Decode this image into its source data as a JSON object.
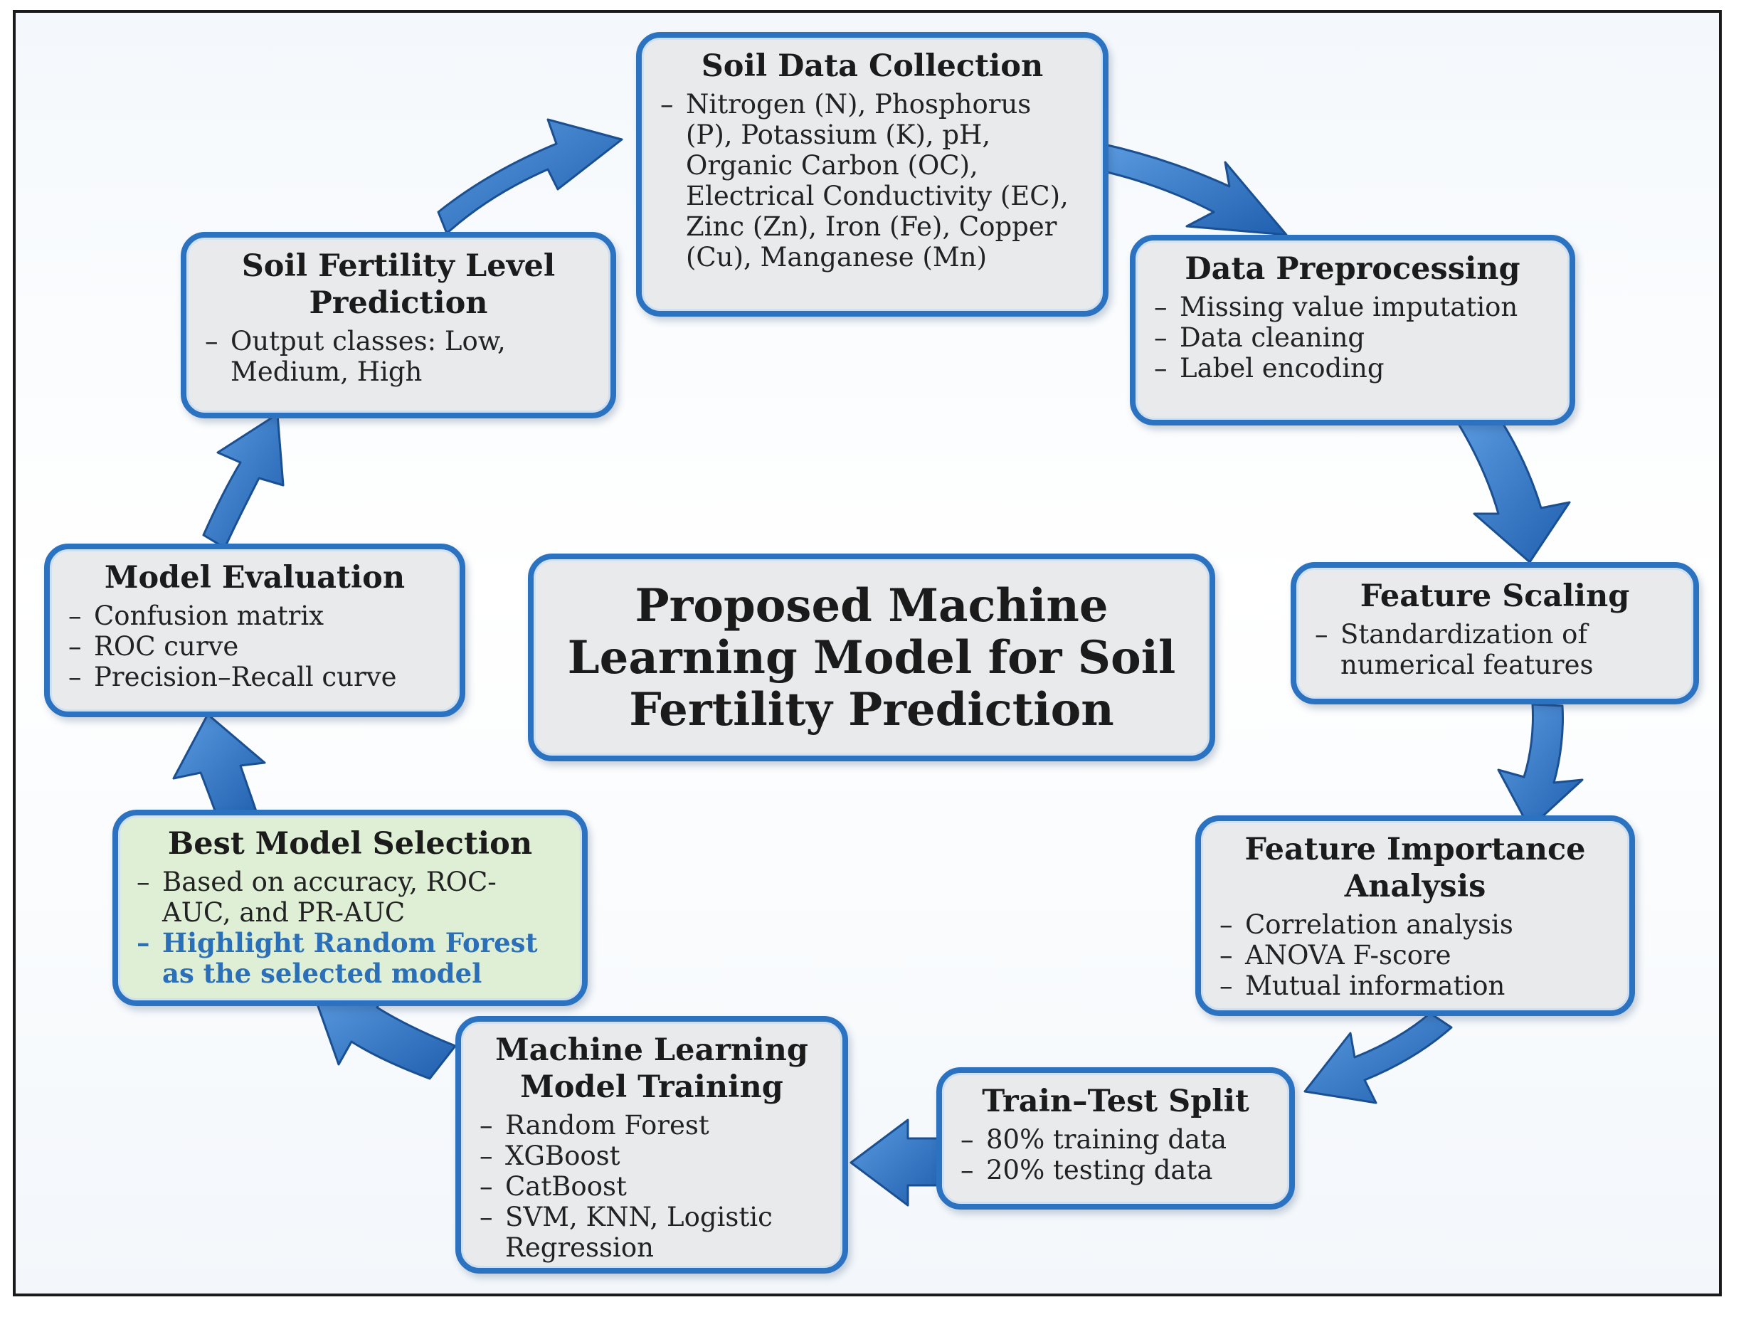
{
  "title": "Proposed Machine Learning Model for Soil Fertility Prediction",
  "colors": {
    "box_border": "#2b72c0",
    "box_fill": "#e9eaec",
    "highlight_box_fill": "#deefd6",
    "highlight_text": "#2b6fb8",
    "arrow": "#2e6fbd"
  },
  "steps": [
    {
      "title": "Soil Data Collection",
      "items": [
        "Nitrogen (N), Phosphorus (P), Potassium (K), pH, Organic Carbon (OC), Electrical Conductivity (EC), Zinc (Zn), Iron (Fe), Copper (Cu), Manganese (Mn)"
      ]
    },
    {
      "title": "Data Preprocessing",
      "items": [
        "Missing value imputation",
        "Data cleaning",
        "Label encoding"
      ]
    },
    {
      "title": "Feature Scaling",
      "items": [
        "Standardization of numerical features"
      ]
    },
    {
      "title": "Feature Importance Analysis",
      "items": [
        "Correlation analysis",
        "ANOVA F-score",
        "Mutual information"
      ]
    },
    {
      "title": "Train–Test Split",
      "items": [
        "80% training data",
        "20% testing data"
      ]
    },
    {
      "title": "Machine Learning Model Training",
      "items": [
        "Random Forest",
        "XGBoost",
        "CatBoost",
        "SVM, KNN, Logistic Regression"
      ]
    },
    {
      "title": "Best Model Selection",
      "items": [
        "Based on accuracy, ROC-AUC, and PR-AUC",
        "Highlight Random Forest as the selected model"
      ]
    },
    {
      "title": "Model Evaluation",
      "items": [
        "Confusion matrix",
        "ROC curve",
        "Precision–Recall curve"
      ]
    },
    {
      "title": "Soil Fertility Level Prediction",
      "items": [
        "Output classes: Low, Medium, High"
      ]
    }
  ],
  "dash": "–"
}
